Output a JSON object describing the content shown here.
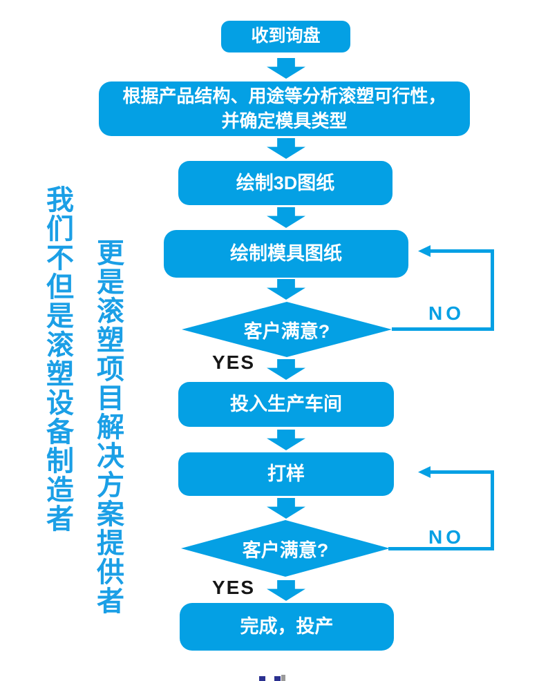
{
  "palette": {
    "blue": "#04a0e4",
    "vertical_text_blue": "#1b9fe6",
    "box_text": "#ffffff",
    "yes_text_color": "#161616",
    "no_text_color": "#04a0e4",
    "background": "#ffffff",
    "bottom_fragment_navy": "#2b3190",
    "bottom_fragment_gray": "#9a9a9a"
  },
  "side_text": {
    "line1": "我们不但是滚塑设备制造者",
    "line2": "更是滚塑项目解决方案提供者"
  },
  "flowchart": {
    "nodes": [
      {
        "id": "receive-inquiry",
        "type": "process",
        "label": "收到询盘"
      },
      {
        "id": "feasibility",
        "type": "process",
        "label": "根据产品结构、用途等分析滚塑可行性，",
        "label2": "并确定模具类型"
      },
      {
        "id": "draw-3d",
        "type": "process",
        "label": "绘制3D图纸"
      },
      {
        "id": "draw-mold",
        "type": "process",
        "label": "绘制模具图纸"
      },
      {
        "id": "customer-ok-1",
        "type": "decision",
        "label": "客户满意?"
      },
      {
        "id": "production",
        "type": "process",
        "label": "投入生产车间"
      },
      {
        "id": "sampling",
        "type": "process",
        "label": "打样"
      },
      {
        "id": "customer-ok-2",
        "type": "decision",
        "label": "客户满意?"
      },
      {
        "id": "finish",
        "type": "process",
        "label": "完成，投产"
      }
    ],
    "labels": {
      "yes": "YES",
      "no": "NO"
    }
  }
}
